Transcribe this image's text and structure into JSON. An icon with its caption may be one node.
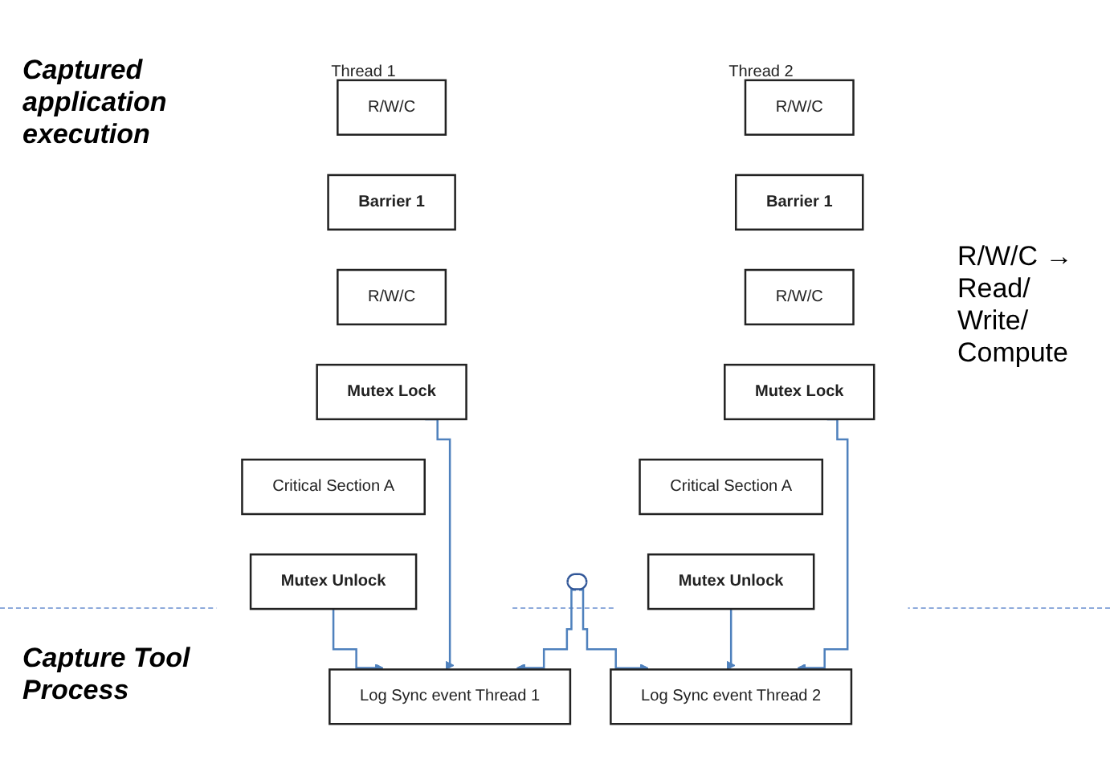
{
  "diagram": {
    "nodes": [
      {
        "text": [
          "Thread 1"
        ]
      },
      {
        "text": [
          "R/W/C"
        ],
        "in": 0
      },
      {
        "text": [
          "Barrier 1"
        ],
        "in": 0
      },
      {
        "text": [
          "R/W/C"
        ],
        "in": 0
      },
      {
        "text": [
          "Mutex Lock"
        ],
        "in": 0
      },
      {
        "text": [
          "Critical Section A"
        ],
        "in": 0
      },
      {
        "text": [
          "Mutex Unlock"
        ],
        "in": 0
      },
      {
        "text": [
          "Thread 2"
        ]
      },
      {
        "text": [
          "R/W/C"
        ],
        "in": 7
      },
      {
        "text": [
          "Barrier 1"
        ],
        "in": 7
      },
      {
        "text": [
          "R/W/C"
        ],
        "in": 7
      },
      {
        "text": [
          "Mutex Lock"
        ],
        "in": 7
      },
      {
        "text": [
          "Critical Section A"
        ],
        "in": 7
      },
      {
        "text": [
          "Mutex Unlock"
        ],
        "in": 7
      },
      {
        "text": [],
        "shape": "ellipse"
      },
      {
        "text": [
          "Log Sync event Thread 1"
        ]
      },
      {
        "text": [
          "Log Sync event Thread 2"
        ]
      }
    ],
    "edges": [
      {
        "from": 14,
        "to": 15,
        "arrow": "to"
      },
      {
        "from": 14,
        "to": 16,
        "arrow": "to"
      },
      {
        "from": 4,
        "to": 15,
        "arrow": "to"
      },
      {
        "from": 6,
        "to": 15,
        "arrow": "to"
      },
      {
        "from": 11,
        "to": 16,
        "arrow": "to"
      },
      {
        "from": 13,
        "to": 16,
        "arrow": "to"
      }
    ],
    "labels": [
      "Captured application execution",
      "R/W/C → Read/ Write/ Compute",
      "Capture Tool Process"
    ]
  }
}
